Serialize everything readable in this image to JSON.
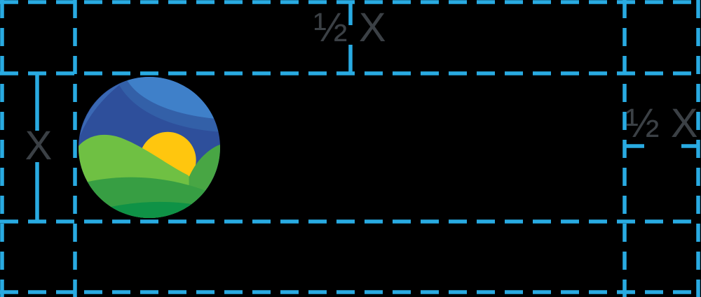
{
  "diagram": {
    "type": "logo-clearspace-spec",
    "labels": {
      "top": "½ X",
      "left": "X",
      "right": "½ X"
    },
    "logo": {
      "name": "landscape-sunrise-mark",
      "shape": "circle",
      "elements": [
        "blue sky with light swoosh",
        "yellow rising sun",
        "layered green hills"
      ]
    }
  },
  "colors": {
    "bg": "#000000",
    "accent": "#29abe2",
    "label": "#3b4045",
    "sky-base": "#2e4f9b",
    "sky-crescent": "#3a68b4",
    "sky-light": "#3f80c9",
    "sky-band": "#3360a8",
    "sun": "#ffc60e",
    "hill-light": "#6fc043",
    "hill-right": "#48a644",
    "hill-mid": "#379e43",
    "hill-dark": "#0f9246"
  }
}
